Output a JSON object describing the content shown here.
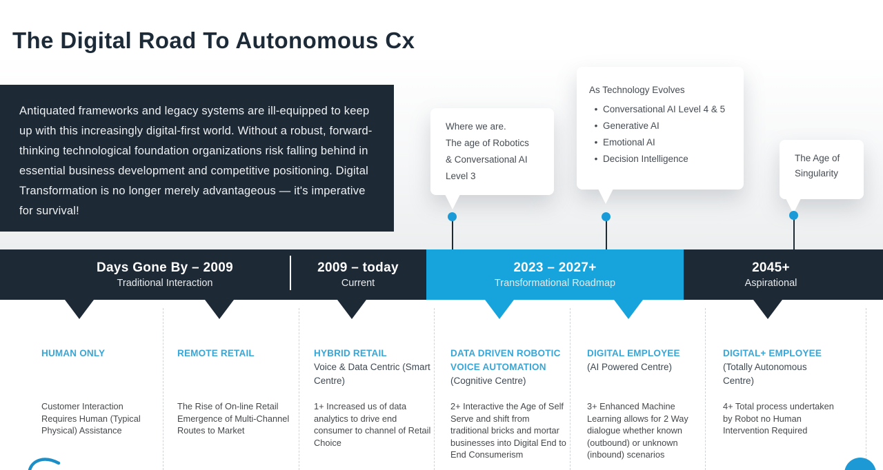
{
  "slide": {
    "title": "The Digital Road To Autonomous Cx"
  },
  "intro": "Antiquated frameworks and legacy systems are ill-equipped to keep up with this increasingly digital-first world. Without a robust, forward-thinking technological foundation organizations risk falling behind in essential business development and competitive positioning. Digital Transformation is no longer merely advantageous — it's imperative for survival!",
  "callouts": {
    "where": {
      "line1": "Where we are.",
      "line2": "The age of Robotics",
      "line3": "& Conversational AI",
      "line4": "Level 3"
    },
    "evolve": {
      "title": "As Technology Evolves",
      "bullets": [
        "Conversational AI Level 4 & 5",
        "Generative AI",
        "Emotional AI",
        "Decision Intelligence"
      ]
    },
    "singularity": {
      "line1": "The Age of",
      "line2": "Singularity"
    }
  },
  "timeline": {
    "segments": [
      {
        "period": "Days Gone By – 2009",
        "label": "Traditional Interaction",
        "highlight": false
      },
      {
        "period": "2009 – today",
        "label": "Current",
        "highlight": false
      },
      {
        "period": "2023 – 2027+",
        "label": "Transformational Roadmap",
        "highlight": true
      },
      {
        "period": "2045+",
        "label": "Aspirational",
        "highlight": false
      }
    ]
  },
  "columns": [
    {
      "heading": "HUMAN ONLY",
      "subheading": "",
      "body": "Customer Interaction Requires Human (Typical Physical) Assistance",
      "arrow_color": "dark"
    },
    {
      "heading": "REMOTE RETAIL",
      "subheading": "",
      "body": "The Rise of On-line Retail Emergence of Multi-Channel Routes to Market",
      "arrow_color": "dark"
    },
    {
      "heading": "HYBRID RETAIL",
      "subheading": "Voice & Data Centric (Smart Centre)",
      "body": "1+ Increased us of data analytics to drive end consumer to channel of Retail Choice",
      "arrow_color": "dark"
    },
    {
      "heading": "DATA DRIVEN ROBOTIC VOICE AUTOMATION",
      "subheading": "(Cognitive Centre)",
      "body": "2+ Interactive the Age of Self Serve and shift from traditional bricks and mortar businesses into Digital End to End Consumerism",
      "arrow_color": "blue"
    },
    {
      "heading": "DIGITAL EMPLOYEE",
      "subheading": "(AI Powered Centre)",
      "body": "3+ Enhanced Machine Learning allows for 2 Way dialogue whether known (outbound) or unknown (inbound) scenarios",
      "arrow_color": "blue"
    },
    {
      "heading": "DIGITAL+ EMPLOYEE",
      "subheading": "(Totally Autonomous Centre)",
      "body": "4+ Total process undertaken by Robot no Human Intervention Required",
      "arrow_color": "dark"
    }
  ],
  "colors": {
    "navy": "#1d2935",
    "accent_blue": "#17a3dc",
    "heading_blue": "#38a6d6",
    "dot_blue": "#1a9bd7"
  }
}
